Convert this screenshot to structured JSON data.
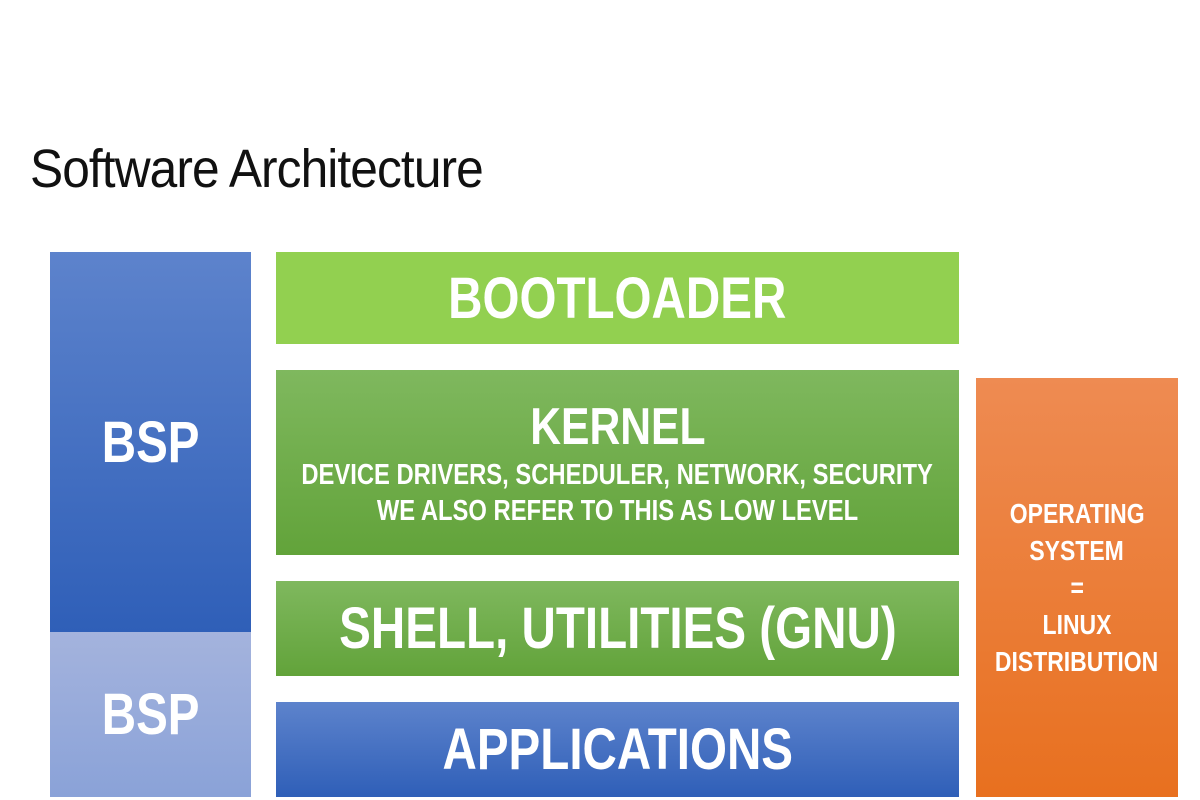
{
  "title": "Software Architecture",
  "bsp_upper": "BSP",
  "bsp_lower": "BSP",
  "bootloader": "BOOTLOADER",
  "kernel": {
    "title": "KERNEL",
    "line1": "DEVICE DRIVERS, SCHEDULER, NETWORK, SECURITY",
    "line2": "WE ALSO REFER TO THIS AS LOW LEVEL"
  },
  "shell": "SHELL, UTILITIES (GNU)",
  "applications": "APPLICATIONS",
  "os": [
    "OPERATING",
    "SYSTEM",
    "=",
    "LINUX",
    "DISTRIBUTION"
  ],
  "colors": {
    "blue": "#3a66be",
    "light_blue": "#96aadb",
    "light_green": "#92d050",
    "green": "#70ad47",
    "orange": "#ed7d31"
  }
}
